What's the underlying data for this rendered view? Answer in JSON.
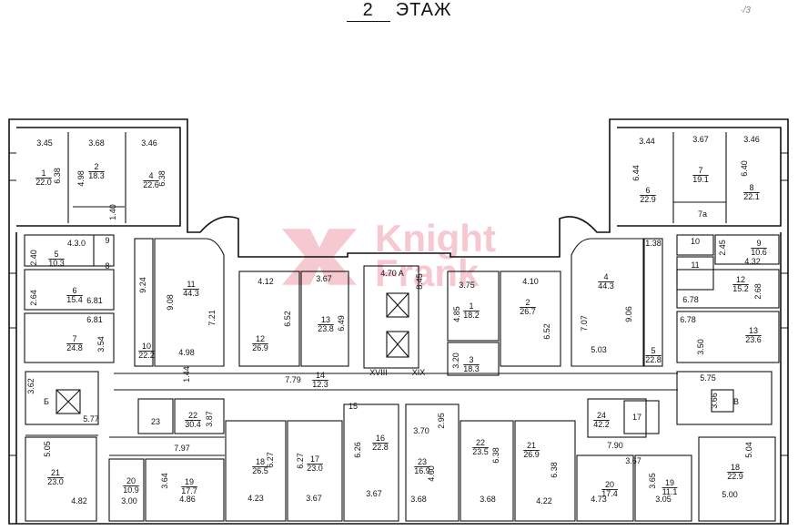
{
  "title": {
    "number": "2",
    "text": "ЭТАЖ"
  },
  "corner_mark": "·/3",
  "watermark": {
    "line1": "Knight",
    "line2": "Frank"
  },
  "labels": {
    "stair_a": "4.70 A",
    "stair_dim": "8.45",
    "axis_left": "XVIII",
    "axis_right": "XIX",
    "room_b_left": "Б",
    "room_b_right": "В",
    "room_7a": "7a"
  },
  "rooms": [
    {
      "id": "L1",
      "num": "1",
      "area": "22.0",
      "dims": [
        "3.45",
        "6.38"
      ]
    },
    {
      "id": "L2",
      "num": "2",
      "area": "18.3",
      "dims": [
        "3.68",
        "4.98",
        "1.40"
      ]
    },
    {
      "id": "L4",
      "num": "4",
      "area": "22.6",
      "dims": [
        "3.46",
        "6.38"
      ]
    },
    {
      "id": "L5",
      "num": "5",
      "area": "10.3",
      "dims": [
        "4.3.0",
        "2.40"
      ]
    },
    {
      "id": "L9",
      "num": "9",
      "area": "",
      "dims": []
    },
    {
      "id": "L8",
      "num": "8",
      "area": "",
      "dims": []
    },
    {
      "id": "L6",
      "num": "6",
      "area": "15.4",
      "dims": [
        "2.64",
        "6.81"
      ]
    },
    {
      "id": "L7",
      "num": "7",
      "area": "24.8",
      "dims": [
        "6.81",
        "3.54"
      ]
    },
    {
      "id": "L10",
      "num": "10",
      "area": "22.2",
      "dims": [
        "9.24"
      ]
    },
    {
      "id": "L11",
      "num": "11",
      "area": "44.3",
      "dims": [
        "9.08",
        "7.21",
        "4.98"
      ]
    },
    {
      "id": "L12",
      "num": "12",
      "area": "26.9",
      "dims": [
        "4.12",
        "6.52"
      ]
    },
    {
      "id": "L13",
      "num": "13",
      "area": "23.8",
      "dims": [
        "3.67",
        "6.49"
      ]
    },
    {
      "id": "L14",
      "num": "14",
      "area": "12.3",
      "dims": [
        "7.79",
        "1.44"
      ]
    },
    {
      "id": "R1",
      "num": "1",
      "area": "18.2",
      "dims": [
        "3.75",
        "4.85"
      ]
    },
    {
      "id": "R2",
      "num": "2",
      "area": "26.7",
      "dims": [
        "4.10",
        "6.52"
      ]
    },
    {
      "id": "R3",
      "num": "3",
      "area": "18.3",
      "dims": [
        "3.20"
      ]
    },
    {
      "id": "R4",
      "num": "4",
      "area": "44.3",
      "dims": [
        "7.07",
        "9.06",
        "5.03"
      ]
    },
    {
      "id": "R5",
      "num": "5",
      "area": "22.8",
      "dims": [
        "1.38"
      ]
    },
    {
      "id": "R6",
      "num": "6",
      "area": "22.9",
      "dims": [
        "3.44",
        "6.44"
      ]
    },
    {
      "id": "R7",
      "num": "7",
      "area": "19.1",
      "dims": [
        "3.67"
      ]
    },
    {
      "id": "R8",
      "num": "8",
      "area": "22.1",
      "dims": [
        "3.46",
        "6.40"
      ]
    },
    {
      "id": "R9",
      "num": "9",
      "area": "10.6",
      "dims": [
        "2.45",
        "4.32"
      ]
    },
    {
      "id": "R10",
      "num": "10",
      "area": "",
      "dims": []
    },
    {
      "id": "R11",
      "num": "11",
      "area": "",
      "dims": []
    },
    {
      "id": "R12",
      "num": "12",
      "area": "15.2",
      "dims": [
        "6.78",
        "2.68"
      ]
    },
    {
      "id": "R13",
      "num": "13",
      "area": "23.6",
      "dims": [
        "6.78",
        "3.50"
      ]
    },
    {
      "id": "B15",
      "num": "15",
      "area": "",
      "dims": []
    },
    {
      "id": "B16",
      "num": "16",
      "area": "22.8",
      "dims": [
        "6.26",
        "3.67"
      ]
    },
    {
      "id": "B17",
      "num": "17",
      "area": "23.0",
      "dims": [
        "6.27",
        "3.67"
      ]
    },
    {
      "id": "B18",
      "num": "18",
      "area": "26.5",
      "dims": [
        "6.27",
        "4.23"
      ]
    },
    {
      "id": "B19",
      "num": "19",
      "area": "17.7",
      "dims": [
        "3.64",
        "4.86"
      ]
    },
    {
      "id": "B20",
      "num": "20",
      "area": "10.9",
      "dims": [
        "3.00"
      ]
    },
    {
      "id": "B21",
      "num": "21",
      "area": "23.0",
      "dims": [
        "5.05",
        "4.82"
      ]
    },
    {
      "id": "B22",
      "num": "22",
      "area": "30.4",
      "dims": [
        "3.87",
        "7.97"
      ]
    },
    {
      "id": "B23",
      "num": "23",
      "area": "",
      "dims": []
    },
    {
      "id": "C23",
      "num": "23",
      "area": "16.9",
      "dims": [
        "3.70",
        "4.60",
        "3.68"
      ]
    },
    {
      "id": "C22",
      "num": "22",
      "area": "23.5",
      "dims": [
        "2.95",
        "6.38",
        "3.68"
      ]
    },
    {
      "id": "C21",
      "num": "21",
      "area": "26.9",
      "dims": [
        "6.38",
        "4.22"
      ]
    },
    {
      "id": "C24",
      "num": "24",
      "area": "42.2",
      "dims": [
        "7.90"
      ]
    },
    {
      "id": "C17",
      "num": "17",
      "area": "",
      "dims": []
    },
    {
      "id": "C20",
      "num": "20",
      "area": "17.4",
      "dims": [
        "3.67",
        "4.73"
      ]
    },
    {
      "id": "C19",
      "num": "19",
      "area": "11.1",
      "dims": [
        "3.65",
        "3.05"
      ]
    },
    {
      "id": "C18",
      "num": "18",
      "area": "22.9",
      "dims": [
        "5.04",
        "5.00"
      ]
    },
    {
      "id": "RS",
      "num": "",
      "area": "",
      "dims": [
        "5.75",
        "3.66"
      ]
    },
    {
      "id": "LS",
      "num": "",
      "area": "",
      "dims": [
        "3.62",
        "5.77"
      ]
    }
  ]
}
